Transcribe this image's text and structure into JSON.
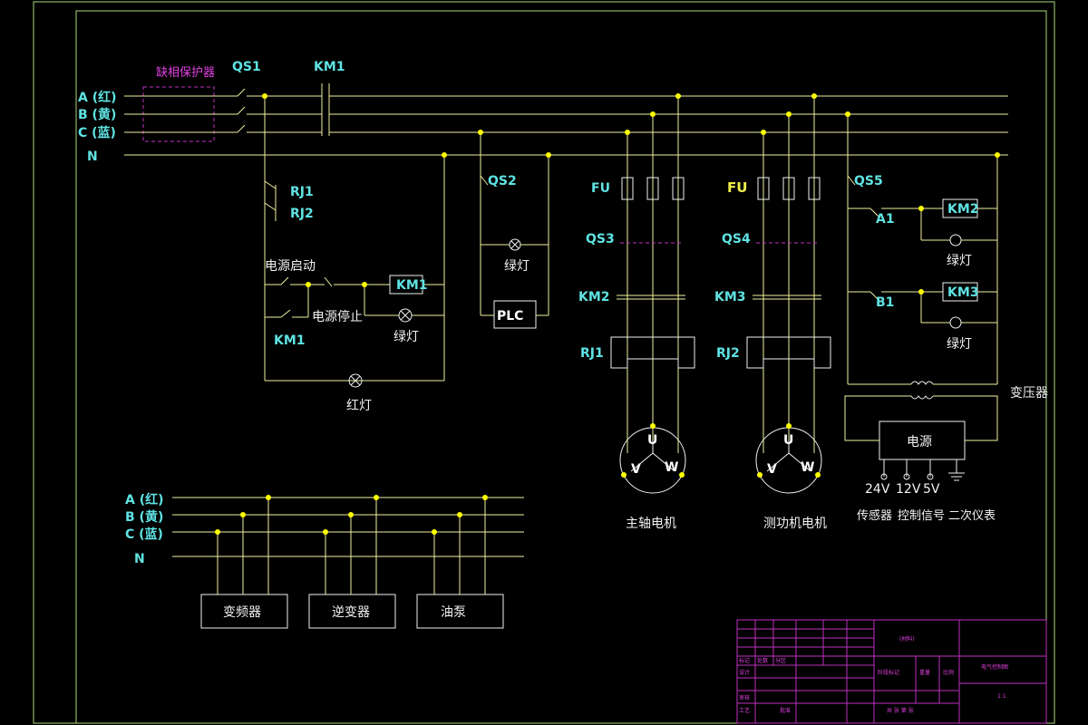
{
  "phase_labels": {
    "a": "A (红)",
    "b": "B (黄)",
    "c": "C (蓝)",
    "n": "N"
  },
  "components": {
    "phase_protector": "缺相保护器",
    "qs1": "QS1",
    "km1": "KM1",
    "qs2": "QS2",
    "qs5": "QS5",
    "rj1": "RJ1",
    "rj2": "RJ2",
    "power_start": "电源启动",
    "power_stop": "电源停止",
    "km1_coil": "KM1",
    "km1_contact": "KM1",
    "green_lamp": "绿灯",
    "red_lamp": "红灯",
    "plc": "PLC",
    "fu": "FU",
    "qs3": "QS3",
    "qs4": "QS4",
    "km2": "KM2",
    "km3": "KM3",
    "rj1_relay": "RJ1",
    "rj2_relay": "RJ2",
    "motor_u": "U",
    "motor_v": "V",
    "motor_w": "W",
    "main_motor": "主轴电机",
    "dyno_motor": "测功机电机",
    "a1": "A1",
    "b1": "B1",
    "km2_coil": "KM2",
    "km3_coil": "KM3",
    "green_lamp_2": "绿灯",
    "green_lamp_3": "绿灯",
    "transformer": "变压器",
    "power_supply": "电源",
    "v24": "24V",
    "v12": "12V",
    "v5": "5V",
    "sensor": "传感器",
    "control_signal": "控制信号",
    "secondary_meter": "二次仪表",
    "inverter_freq": "变频器",
    "inverter": "逆变器",
    "oil_pump": "油泵"
  },
  "title_block": {
    "material": "(材料)",
    "drawing_name": "电气控制图",
    "scale": "1:1",
    "row_labels": [
      "标记",
      "处数",
      "分区"
    ],
    "design": "设计",
    "review": "审核",
    "process": "工艺",
    "approve": "批准",
    "stage": "阶段标记",
    "weight": "重量",
    "ratio": "比例",
    "sheet": "共 张 第 张"
  },
  "colors": {
    "frame": "#a8d878",
    "wire": "#f0f0a0",
    "text_cyan": "#5fe3e3",
    "text_magenta": "#e040e0",
    "node": "#ffff00"
  }
}
